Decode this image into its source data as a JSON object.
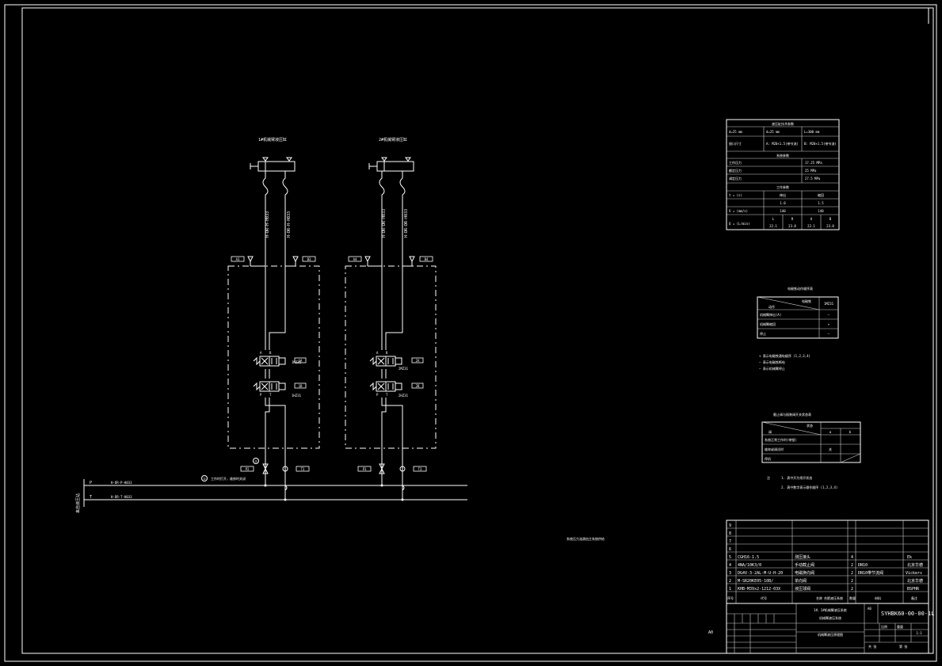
{
  "colors": {
    "background": "#000000",
    "line": "#ffffff",
    "yellow": "#ffff66",
    "cyan": "#66ffff"
  },
  "schematic": {
    "actuator_left_title": "1#机械臂液压缸",
    "actuator_right_title": "2#机械臂液压缸",
    "hose_labels": [
      "H-DR-H-H033",
      "H-DR-H-H033",
      "H-DR-DR-H033",
      "H-DR-DR-H033"
    ],
    "valve_tags": [
      "1MZ31",
      "1HZ31",
      "2MZ31",
      "2HZ31"
    ],
    "side_tags": [
      "1A",
      "1B",
      "1A",
      "1B",
      "2A",
      "2B",
      "2A",
      "2B"
    ],
    "port_tags_top": [
      "A3",
      "B3",
      "A4",
      "B4"
    ],
    "port_tags_bottom": [
      "P2",
      "T2",
      "P3",
      "T3"
    ],
    "port_letters": [
      "A",
      "B",
      "P",
      "T"
    ],
    "circle_marks": [
      "①",
      "②"
    ],
    "p_line_label": "P",
    "t_line_label": "T",
    "p_pipe_label": "H-DR-P-H033",
    "t_pipe_label": "H-DR-T-H033",
    "p_note": "工作时打开，维修时关闭",
    "supply_label": "来自液压站",
    "mid_note": "系统压力油源由主系统供给"
  },
  "param_table": {
    "title": "液压缸技术参数",
    "rows": [
      [
        "d=25 mm",
        "d=25 mm",
        "L=300 mm"
      ],
      [
        "接口尺寸",
        "A: M20×1.5(带节流)",
        "B: M20×1.5(带节流)"
      ]
    ],
    "section2": "系统参数",
    "sys_rows": [
      [
        "工作压力",
        "17.25 MPa"
      ],
      [
        "额定压力",
        "25 MPa"
      ],
      [
        "调定压力",
        "27.5 MPa"
      ]
    ],
    "section3": "工作参数",
    "work_head": [
      "",
      "伸出",
      "缩回"
    ],
    "work_rows": [
      [
        "t = (s)",
        "1.0",
        "1.5"
      ],
      [
        "V = (mm/s)",
        "140",
        "140"
      ]
    ],
    "q_head": [
      "L",
      "R",
      "A",
      "B"
    ],
    "q_label": "Q = (L/min)",
    "q_values": [
      "22.1",
      "23.8",
      "22.1",
      "23.8"
    ]
  },
  "table2": {
    "title": "电磁铁动作顺序表",
    "head": [
      "动作",
      "电磁铁",
      "1MZ31"
    ],
    "rows": [
      [
        "机械臂伸出(A)",
        "—"
      ],
      [
        "机械臂缩回",
        "+"
      ],
      [
        "停止",
        "—"
      ]
    ],
    "notes": [
      "+ 表示电磁铁通电顺序 (1,2,3,4)",
      "— 表示电磁铁断电",
      "— 表示机械臂停止"
    ]
  },
  "table3": {
    "title": "截止阀与插装阀开关状态表",
    "head": [
      "阀",
      "状态",
      "a",
      "b"
    ],
    "rows": [
      [
        "系统正常工作时(带锁)",
        "",
        ""
      ],
      [
        "维修或调试时",
        "关",
        ""
      ],
      [
        "停机",
        "",
        ""
      ]
    ],
    "notes": [
      "注",
      "1. 表中开为常开状态",
      "2. 表中数字表示操作顺序 (1,2,3,4)"
    ]
  },
  "bom": {
    "rows": [
      [
        "9",
        "",
        "",
        "",
        ""
      ],
      [
        "8",
        "",
        "",
        "",
        ""
      ],
      [
        "7",
        "",
        "",
        "",
        ""
      ],
      [
        "6",
        "",
        "",
        "",
        ""
      ],
      [
        "5",
        "CGH16-1.5",
        "测压接头",
        "4",
        "",
        "Ek"
      ],
      [
        "4",
        "4NA/10K3/0",
        "手动截止阀",
        "2",
        "DN10",
        "北京华德"
      ],
      [
        "3",
        "DG4V-3-2AL-M-U-H-20",
        "电磁换向阀",
        "2",
        "DN10带节流阀",
        "Vickers"
      ],
      [
        "2",
        "M-SR20KE05-10B/",
        "单向阀",
        "2",
        "",
        "北京华德"
      ],
      [
        "1",
        "KHB-M39x2-1212-03X",
        "液压球阀",
        "2",
        "",
        "BSPHR"
      ]
    ],
    "head": [
      "序号",
      "代号",
      "名称",
      "数量",
      "材料",
      "备注"
    ],
    "header_note": "合肥液压系统",
    "drawing_no": "SYHBK60-00-00-1L",
    "title1": "1#、2#机械臂液压系统",
    "title2": "机械臂液压系统",
    "title3": "机械臂液压原理图",
    "scale_label": "比例",
    "weight_label": "重量",
    "sheet_label": "第 张",
    "total_label": "共 张",
    "ratio": "1:1",
    "corner": "A0"
  }
}
